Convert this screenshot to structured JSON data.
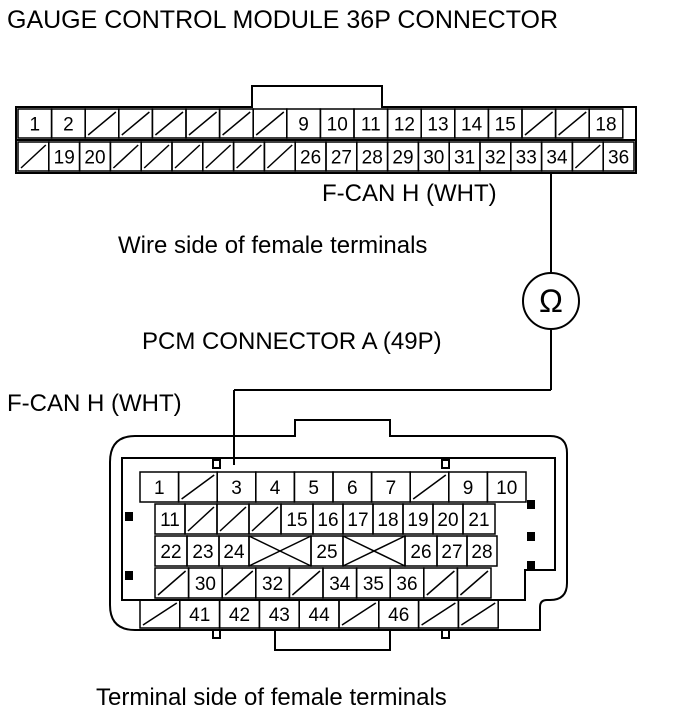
{
  "titles": {
    "gauge_connector": "GAUGE CONTROL MODULE 36P CONNECTOR",
    "gauge_wire": "F-CAN H (WHT)",
    "gauge_side": "Wire side of female terminals",
    "pcm_connector": "PCM CONNECTOR A (49P)",
    "pcm_wire": "F-CAN H (WHT)",
    "pcm_side": "Terminal side of female terminals",
    "ohm_symbol": "Ω"
  },
  "gauge": {
    "row1": [
      "1",
      "2",
      "",
      "",
      "",
      "",
      "",
      "",
      "9",
      "10",
      "11",
      "12",
      "13",
      "14",
      "15",
      "",
      "",
      "18"
    ],
    "row2": [
      "",
      "19",
      "20",
      "",
      "",
      "",
      "",
      "",
      "",
      "26",
      "27",
      "28",
      "29",
      "30",
      "31",
      "32",
      "33",
      "34",
      "",
      "36"
    ],
    "probe_terminal": "34"
  },
  "pcm": {
    "row1": [
      "1",
      "",
      "3",
      "4",
      "5",
      "6",
      "7",
      "",
      "9",
      "10"
    ],
    "row2": [
      "11",
      "",
      "",
      "",
      "15",
      "16",
      "17",
      "18",
      "19",
      "20",
      "21"
    ],
    "row3": [
      "22",
      "23",
      "24",
      "X",
      "25",
      "X",
      "26",
      "27",
      "28"
    ],
    "row4": [
      "",
      "30",
      "",
      "32",
      "",
      "34",
      "35",
      "36",
      "",
      ""
    ],
    "row5": [
      "",
      "41",
      "42",
      "43",
      "44",
      "",
      "46",
      "",
      ""
    ],
    "probe_terminal": "3"
  },
  "colors": {
    "line": "#000000",
    "background": "#ffffff"
  }
}
